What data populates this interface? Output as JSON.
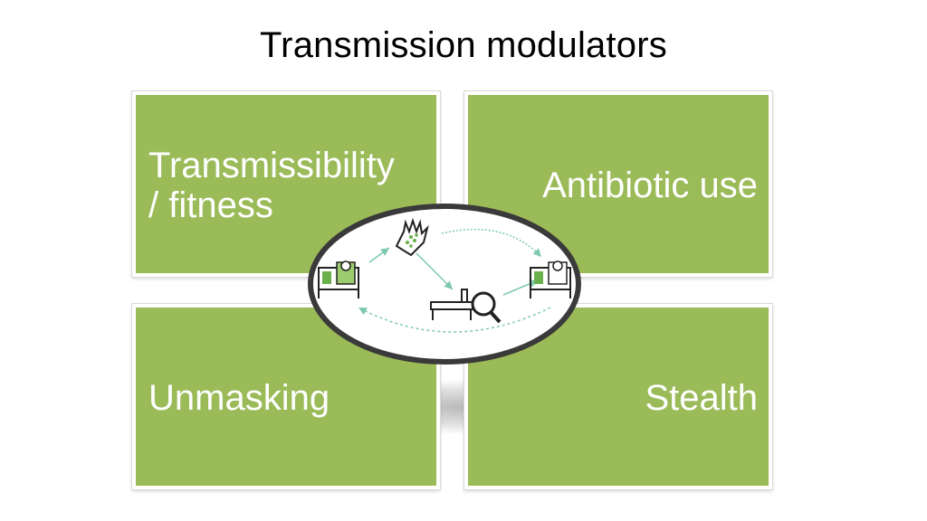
{
  "title": "Transmission modulators",
  "quadrants": {
    "top_left": "Transmissibility\n/ fitness",
    "top_right": "Antibiotic use",
    "bottom_left": "Unmasking",
    "bottom_right": "Stealth"
  },
  "colors": {
    "quad_green": "#9bbb59",
    "icon_green": "#6ab04c",
    "arrow_teal": "#7fc8b0",
    "ellipse_border": "#3a3a3a"
  },
  "icons": [
    "patient-bed-icon",
    "hand-icon",
    "microscope-bed-icon",
    "patient-bed-icon"
  ]
}
